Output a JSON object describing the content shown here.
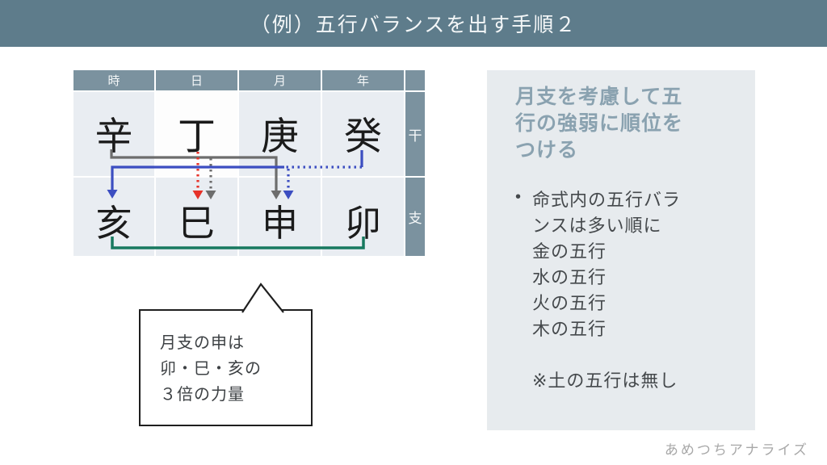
{
  "title": "（例）五行バランスを出す手順２",
  "table": {
    "col_headers": [
      "時",
      "日",
      "月",
      "年"
    ],
    "row_labels": {
      "stem": "干",
      "branch": "支"
    },
    "stems": [
      "辛",
      "丁",
      "庚",
      "癸"
    ],
    "branches": [
      "亥",
      "巳",
      "申",
      "卯"
    ]
  },
  "callout": {
    "text": "月支の申は\n卯・巳・亥の\n３倍の力量"
  },
  "panel": {
    "heading": "月支を考慮して五\n行の強弱に順位を\nつける",
    "bullet": "•",
    "body": "命式内の五行バラ\nンスは多い順に\n金の五行\n水の五行\n火の五行\n木の五行\n\n※土の五行は無し"
  },
  "watermark": "あめつちアナライズ",
  "colors": {
    "title_bar": "#5e7c8b",
    "table_header": "#7b929f",
    "cell_gray": "#e9edf2",
    "panel_bg": "#e7ebee",
    "heading_text": "#8aa2b0",
    "arrow_gray": "#6d6d6d",
    "arrow_blue": "#3c4ec1",
    "arrow_red": "#e63229",
    "bracket_green": "#17795f"
  },
  "arrows": [
    {
      "from": "辛(時干)",
      "to": "申(月支)",
      "style": "solid",
      "color": "#6d6d6d"
    },
    {
      "from": "辛(時干)",
      "to": "巳(日支)",
      "style": "dotted",
      "color": "#6d6d6d"
    },
    {
      "from": "丁(日干)",
      "to": "巳(日支)",
      "style": "dotted",
      "color": "#e63229"
    },
    {
      "from": "癸(年干)",
      "to": "亥(時支)",
      "style": "solid",
      "color": "#3c4ec1"
    },
    {
      "from": "癸(年干)",
      "to": "申(月支)",
      "style": "dotted",
      "color": "#3c4ec1"
    },
    {
      "from": "亥(時支)",
      "to": "卯(年支)",
      "style": "bracket",
      "color": "#17795f"
    }
  ]
}
